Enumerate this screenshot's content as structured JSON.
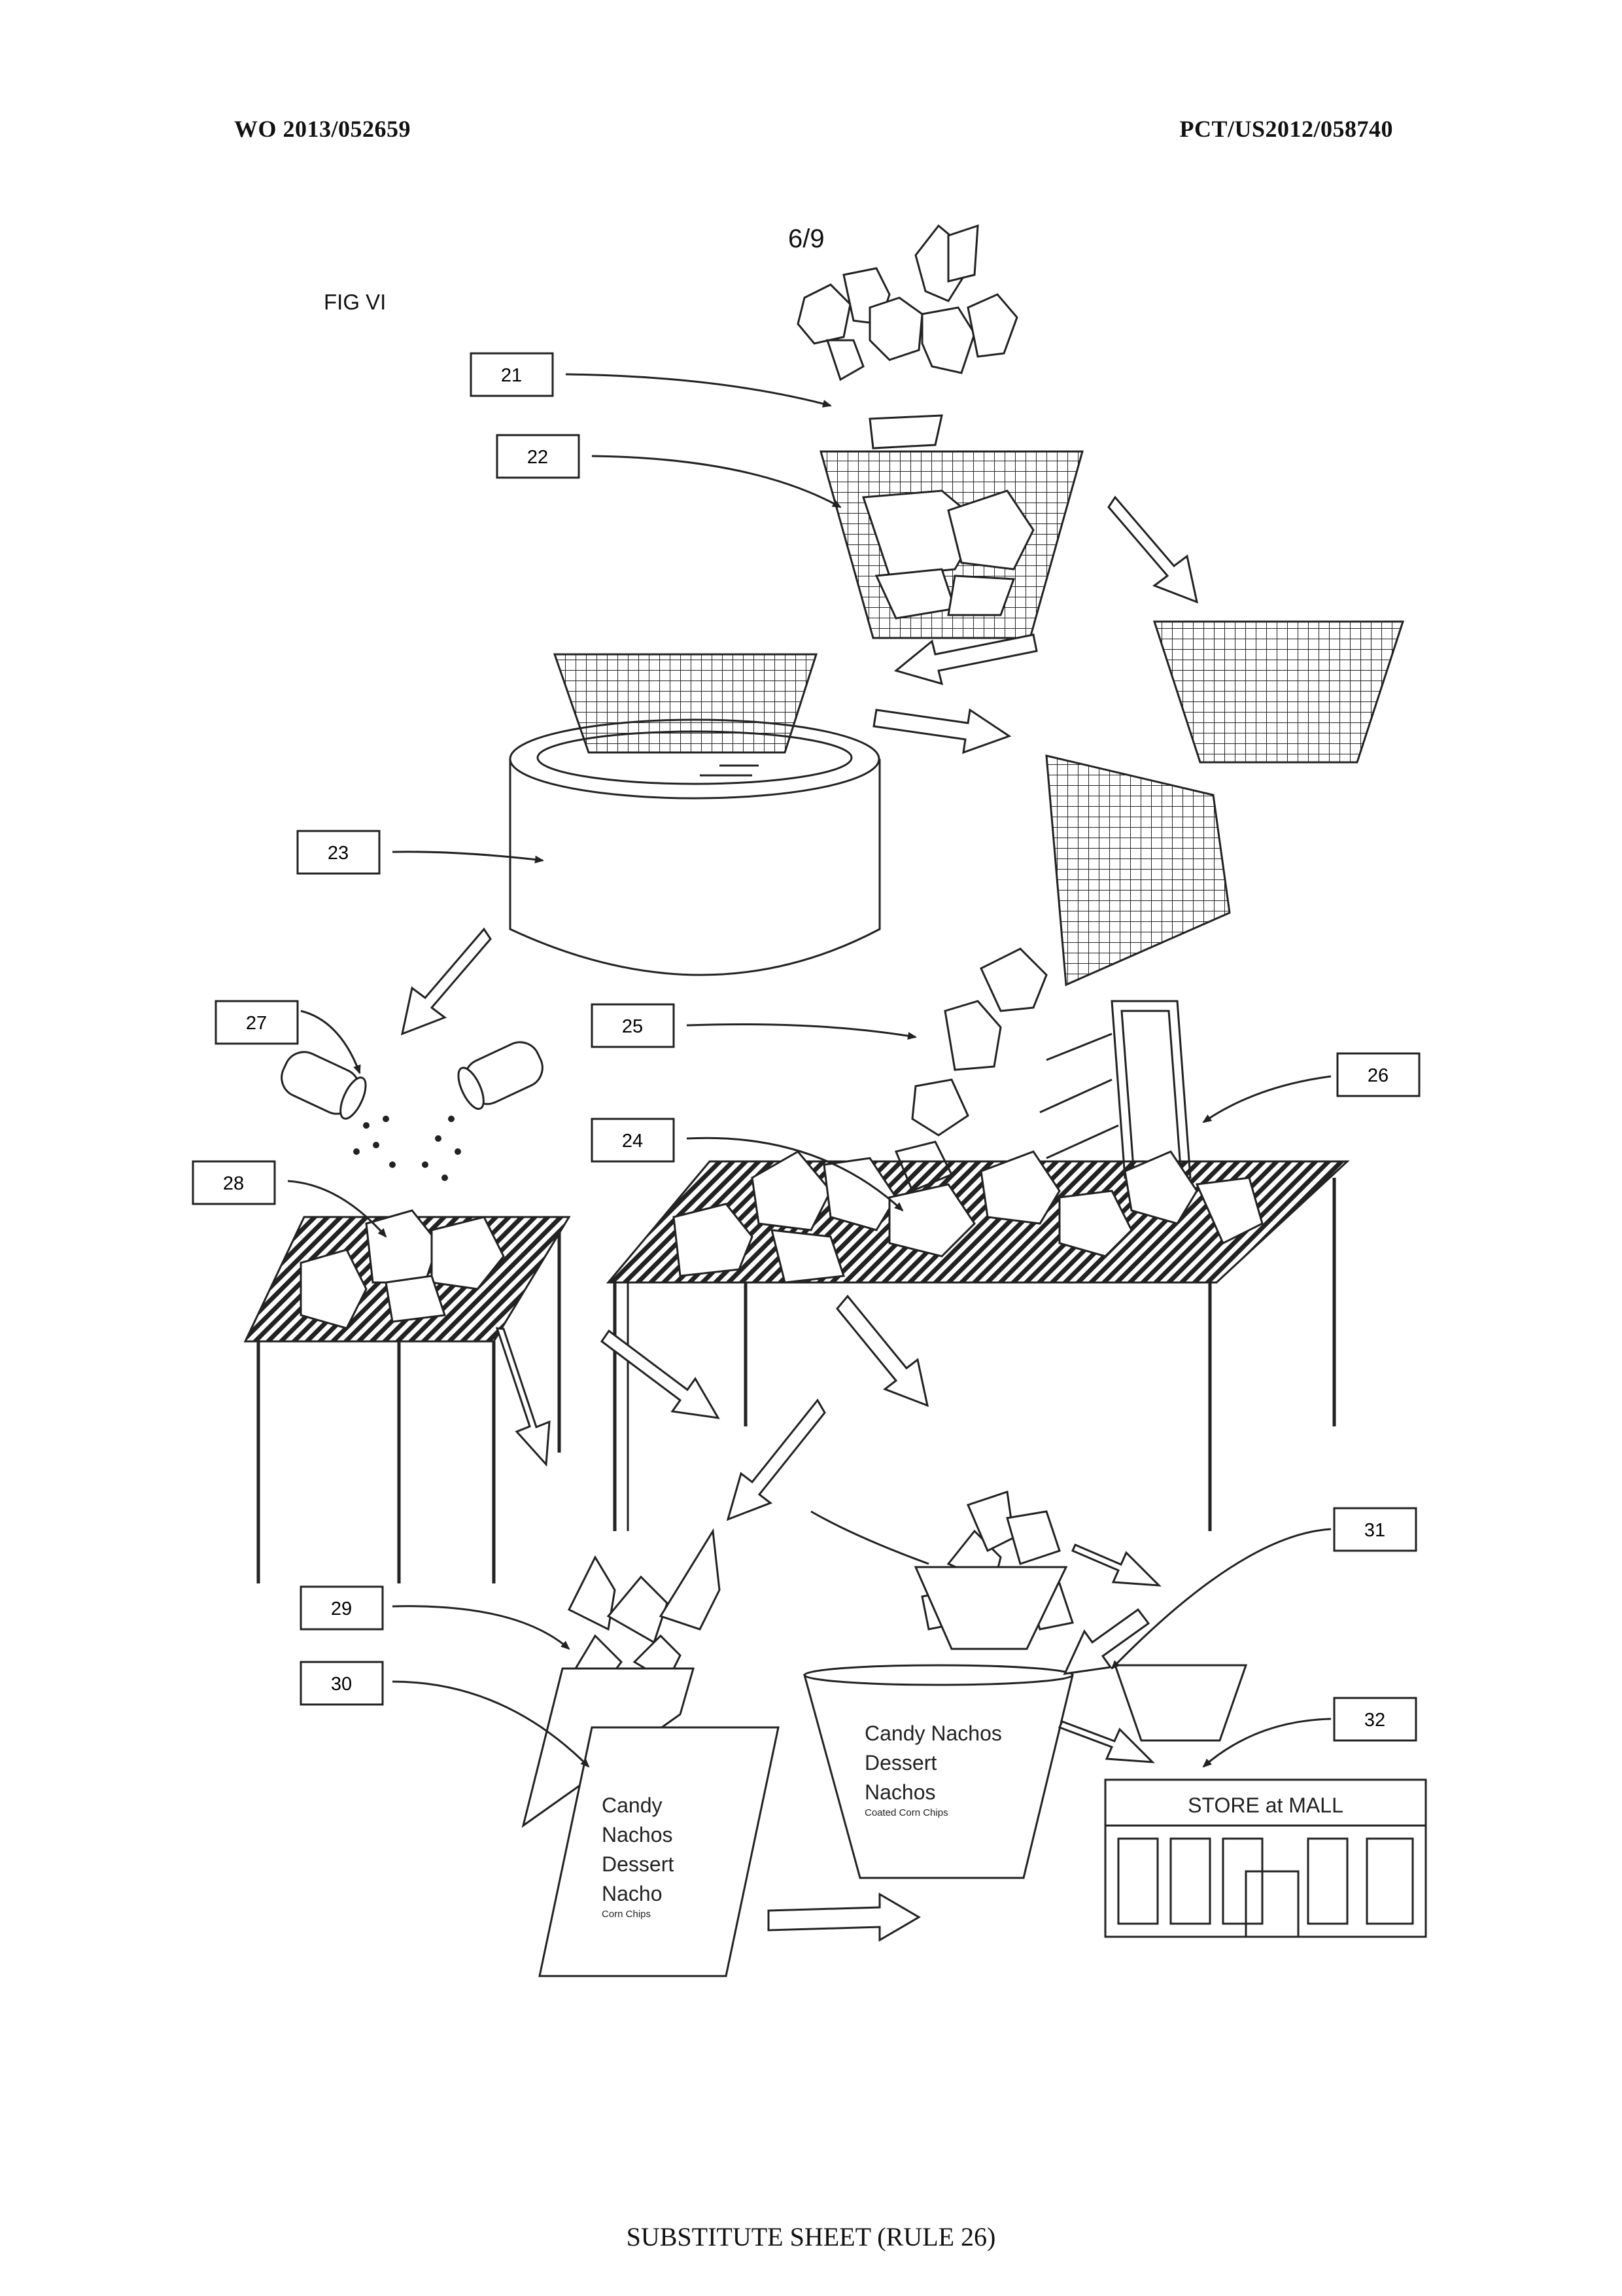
{
  "header": {
    "left": "WO 2013/052659",
    "right": "PCT/US2012/058740"
  },
  "sheet_number": "6/9",
  "figure_label": "FIG VI",
  "reference_numerals": [
    "21",
    "22",
    "23",
    "24",
    "25",
    "26",
    "27",
    "28",
    "29",
    "30",
    "31",
    "32"
  ],
  "bag_label": {
    "lines": [
      "Candy",
      "Nachos",
      "Dessert",
      "Nacho"
    ],
    "small": "Corn Chips"
  },
  "bucket_label": {
    "lines": [
      "Candy Nachos",
      "Dessert",
      "Nachos"
    ],
    "small": "Coated Corn Chips"
  },
  "store_label": "STORE at MALL",
  "footer": "SUBSTITUTE SHEET (RULE 26)"
}
